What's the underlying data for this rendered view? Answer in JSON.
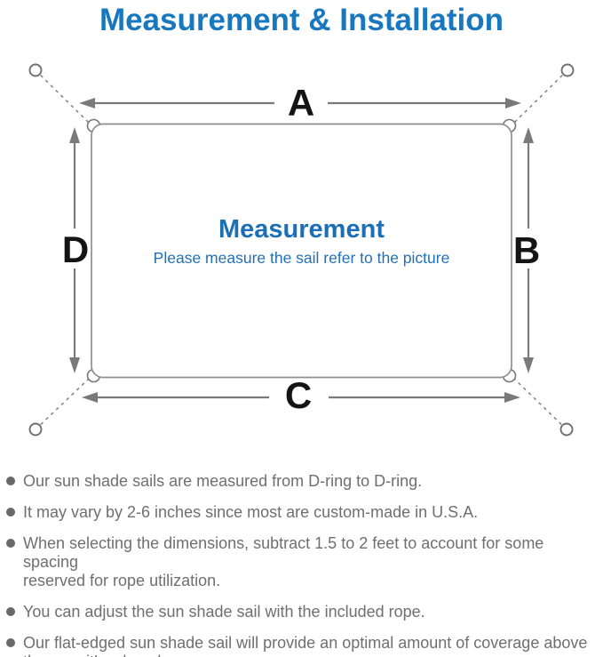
{
  "title": "Measurement & Installation",
  "diagram": {
    "labels": {
      "a": "A",
      "b": "B",
      "c": "C",
      "d": "D"
    },
    "center": {
      "heading": "Measurement",
      "subheading": "Please measure the sail refer to the picture"
    }
  },
  "notes": [
    {
      "lines": [
        "Our sun shade sails are measured from D-ring to D-ring."
      ]
    },
    {
      "lines": [
        "It may vary by 2-6 inches since most are custom-made in U.S.A."
      ]
    },
    {
      "lines": [
        "When selecting the dimensions, subtract 1.5 to 2 feet to account for some spacing",
        "reserved for rope utilization."
      ]
    },
    {
      "lines": [
        "You can adjust the sun shade sail with the included rope."
      ]
    },
    {
      "lines": [
        "Our flat-edged sun shade sail will provide an optimal amount of coverage above",
        "the area it’ s placed."
      ]
    }
  ],
  "colors": {
    "accent_blue": "#1777bf",
    "center_blue": "#1a6fb6",
    "line_gray": "#7a7a7a",
    "outline_gray": "#8f8f8f",
    "dimension_label_black": "#141414",
    "note_text_gray": "#6f6f6f"
  }
}
